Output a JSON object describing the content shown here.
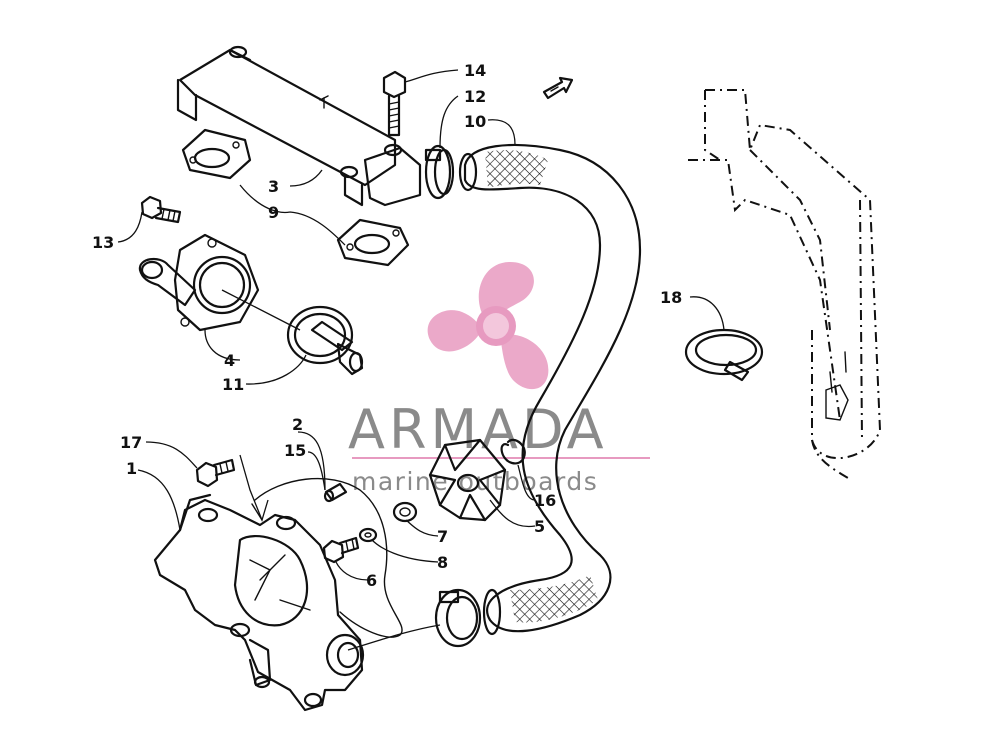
{
  "callouts": {
    "c1": "1",
    "c2": "2",
    "c3": "3",
    "c4": "4",
    "c5": "5",
    "c6": "6",
    "c7": "7",
    "c8": "8",
    "c9": "9",
    "c10": "10",
    "c11": "11",
    "c12": "12",
    "c13": "13",
    "c14": "14",
    "c15": "15",
    "c16": "16",
    "c17": "17",
    "c18": "18"
  },
  "watermark": {
    "brand": "ARMADA",
    "tagline": "marine outboards",
    "brand_color": "#8a8a8a",
    "logo_color": "#e79ac0",
    "rule_color": "#e79ac0"
  }
}
